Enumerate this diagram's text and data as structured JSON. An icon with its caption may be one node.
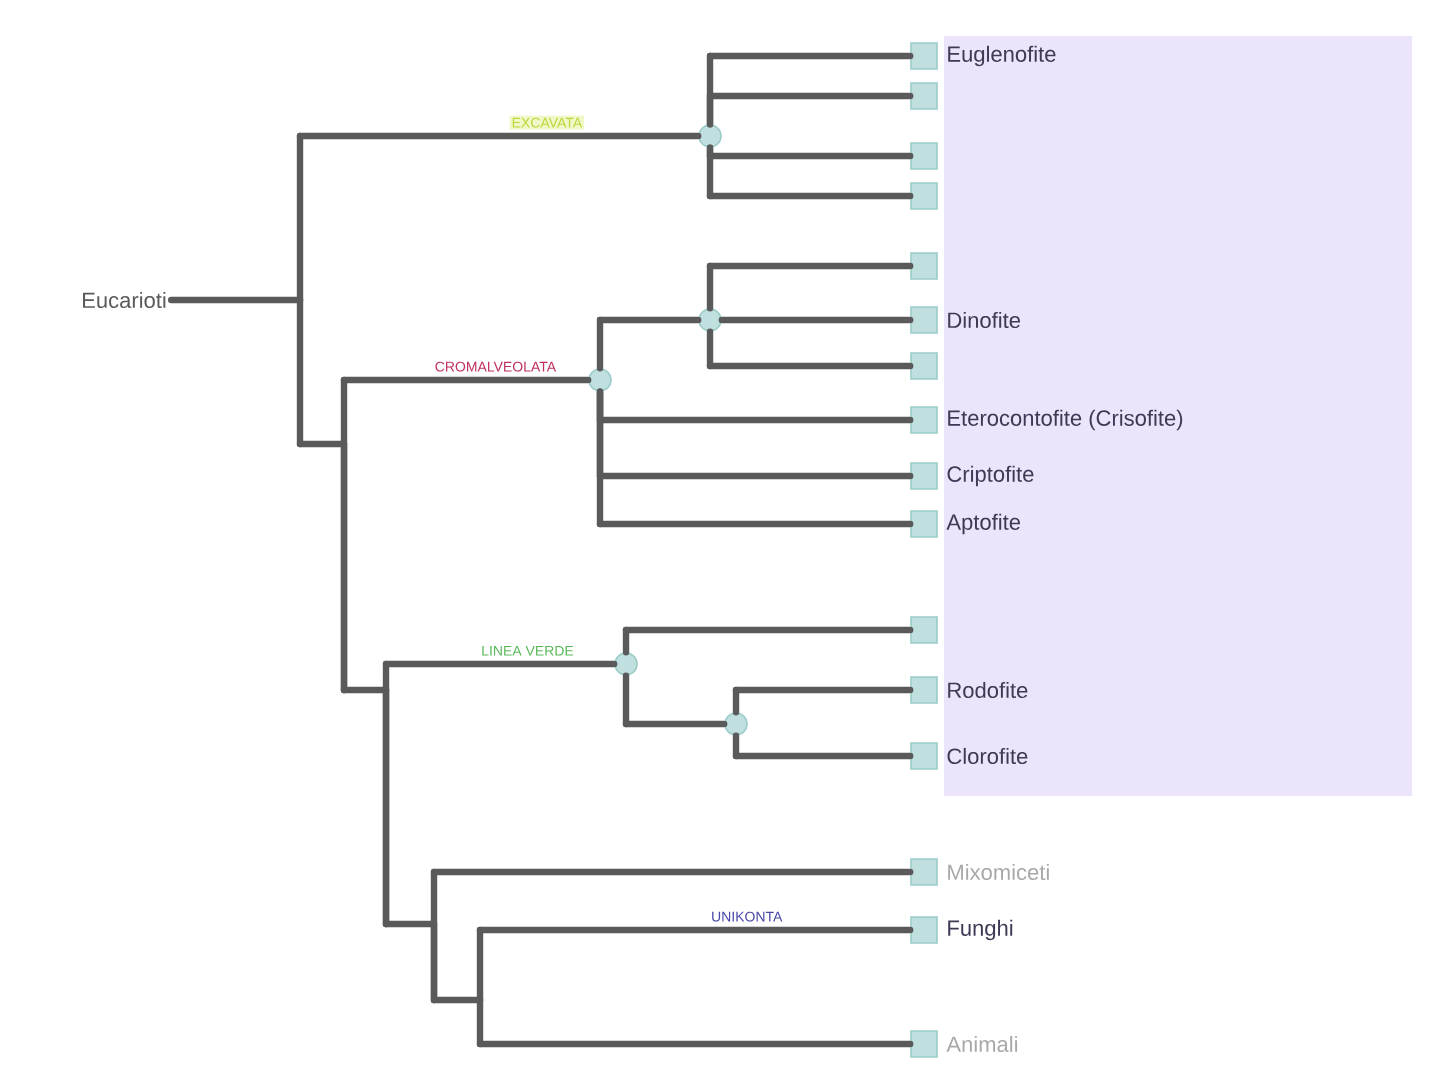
{
  "diagram": {
    "nodes": [
      {
        "text": [
          "Eucarioti"
        ]
      },
      {
        "text": [],
        "shape": "circle"
      },
      {
        "text": [
          "Euglenofite"
        ]
      },
      {
        "text": [],
        "shape": "box"
      },
      {
        "text": [],
        "shape": "box"
      },
      {
        "text": [],
        "shape": "box"
      },
      {
        "text": [],
        "shape": "circle"
      },
      {
        "text": [],
        "shape": "circle"
      },
      {
        "text": [],
        "shape": "box"
      },
      {
        "text": [
          "Dinofite"
        ]
      },
      {
        "text": [],
        "shape": "box"
      },
      {
        "text": [
          "Eterocontofite (Crisofite)"
        ]
      },
      {
        "text": [
          "Criptofite"
        ]
      },
      {
        "text": [
          "Aptofite"
        ]
      },
      {
        "text": [],
        "shape": "circle"
      },
      {
        "text": [],
        "shape": "box"
      },
      {
        "text": [],
        "shape": "circle"
      },
      {
        "text": [
          "Rodofite"
        ]
      },
      {
        "text": [
          "Clorofite"
        ]
      },
      {
        "text": [
          "Mixomiceti"
        ]
      },
      {
        "text": [
          "Funghi"
        ]
      },
      {
        "text": [
          "Animali"
        ]
      }
    ],
    "edges": [
      {
        "from": 0,
        "to": 1,
        "arrow": "none",
        "label": "EXCAVATA"
      },
      {
        "from": 0,
        "to": 6,
        "arrow": "none",
        "label": "CROMALVEOLATA"
      },
      {
        "from": 0,
        "to": 14,
        "arrow": "none",
        "label": "LINEA VERDE"
      },
      {
        "from": 0,
        "to": 19,
        "arrow": "none"
      },
      {
        "from": 0,
        "to": 20,
        "arrow": "none",
        "label": "UNIKONTA"
      },
      {
        "from": 0,
        "to": 21,
        "arrow": "none"
      },
      {
        "from": 1,
        "to": 2,
        "arrow": "none"
      },
      {
        "from": 1,
        "to": 3,
        "arrow": "none"
      },
      {
        "from": 1,
        "to": 4,
        "arrow": "none"
      },
      {
        "from": 1,
        "to": 5,
        "arrow": "none"
      },
      {
        "from": 6,
        "to": 7,
        "arrow": "none"
      },
      {
        "from": 6,
        "to": 11,
        "arrow": "none"
      },
      {
        "from": 6,
        "to": 12,
        "arrow": "none"
      },
      {
        "from": 6,
        "to": 13,
        "arrow": "none"
      },
      {
        "from": 7,
        "to": 8,
        "arrow": "none"
      },
      {
        "from": 7,
        "to": 9,
        "arrow": "none"
      },
      {
        "from": 7,
        "to": 10,
        "arrow": "none"
      },
      {
        "from": 14,
        "to": 15,
        "arrow": "none"
      },
      {
        "from": 14,
        "to": 16,
        "arrow": "none"
      },
      {
        "from": 16,
        "to": 17,
        "arrow": "none"
      },
      {
        "from": 16,
        "to": 18,
        "arrow": "none"
      }
    ]
  }
}
